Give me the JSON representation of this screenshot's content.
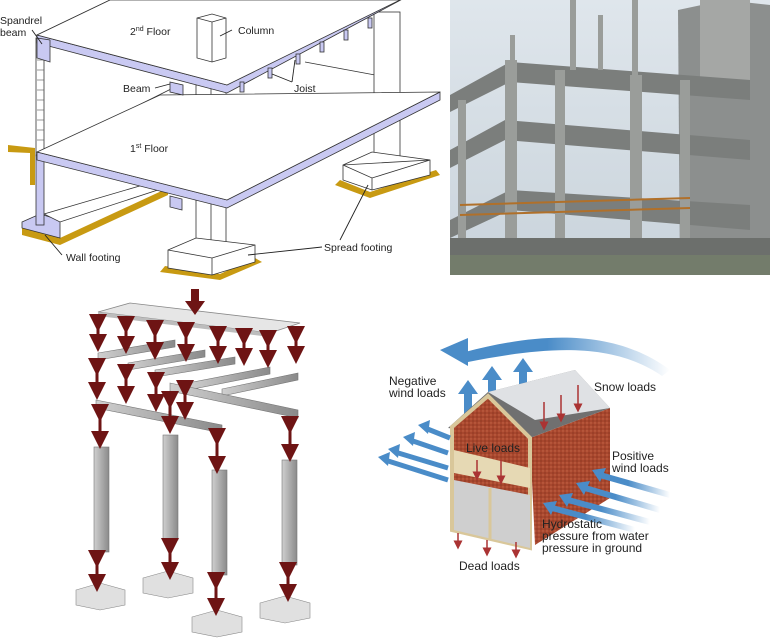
{
  "frame_diagram": {
    "spandrel_beam": [
      "Spandrel",
      "beam"
    ],
    "second_floor": {
      "num": "2",
      "sup": "nd",
      "text": " Floor"
    },
    "first_floor": {
      "num": "1",
      "sup": "st",
      "text": " Floor"
    },
    "column": "Column",
    "beam": "Beam",
    "joist": "Joist",
    "wall_footing": "Wall footing",
    "spread_footing": "Spread footing"
  },
  "house_loads": {
    "negative_wind": [
      "Negative",
      "wind loads"
    ],
    "snow": "Snow loads",
    "live": "Live loads",
    "positive_wind": [
      "Positive",
      "wind loads"
    ],
    "hydrostatic": [
      "Hydrostatic",
      "pressure from water",
      "pressure in ground"
    ],
    "dead": "Dead loads"
  },
  "colors": {
    "slab_edge": "#c9c9f2",
    "ground": "#c89a12",
    "load_arrow": "#6e1414",
    "wind_arrow": "#4a8cc8",
    "brick": "#a8472e"
  }
}
